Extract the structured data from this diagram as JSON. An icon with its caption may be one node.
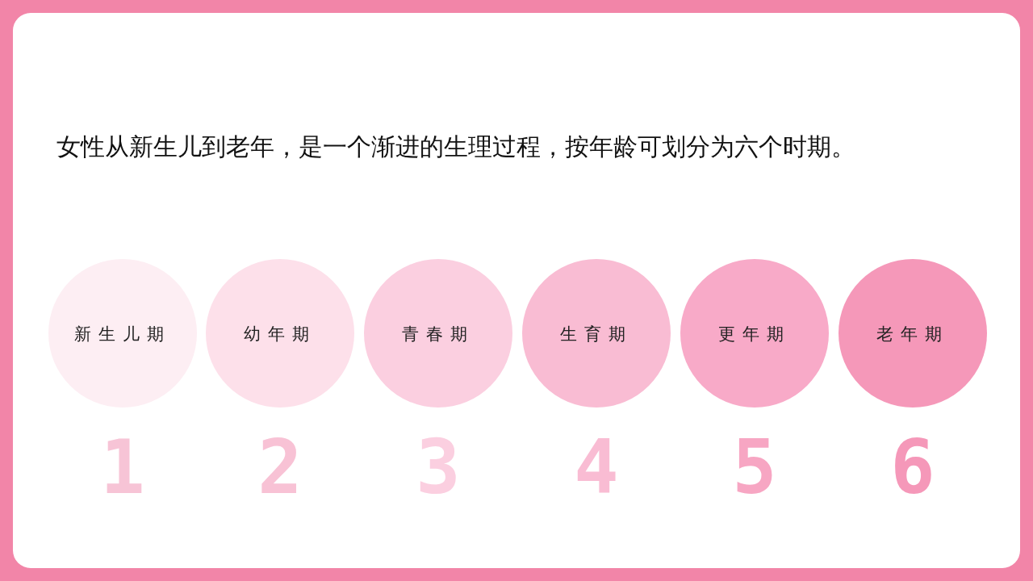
{
  "diagram": {
    "title": "女性从新生儿到老年，是一个渐进的生理过程，按年龄可划分为六个时期。",
    "nodes": [
      {
        "text": [
          "新生儿期"
        ],
        "beside": [
          "1"
        ]
      },
      {
        "text": [
          "幼年期"
        ],
        "beside": [
          "2"
        ]
      },
      {
        "text": [
          "青春期"
        ],
        "beside": [
          "3"
        ]
      },
      {
        "text": [
          "生育期"
        ],
        "beside": [
          "4"
        ]
      },
      {
        "text": [
          "更年期"
        ],
        "beside": [
          "5"
        ]
      },
      {
        "text": [
          "老年期"
        ],
        "beside": [
          "6"
        ]
      }
    ]
  }
}
